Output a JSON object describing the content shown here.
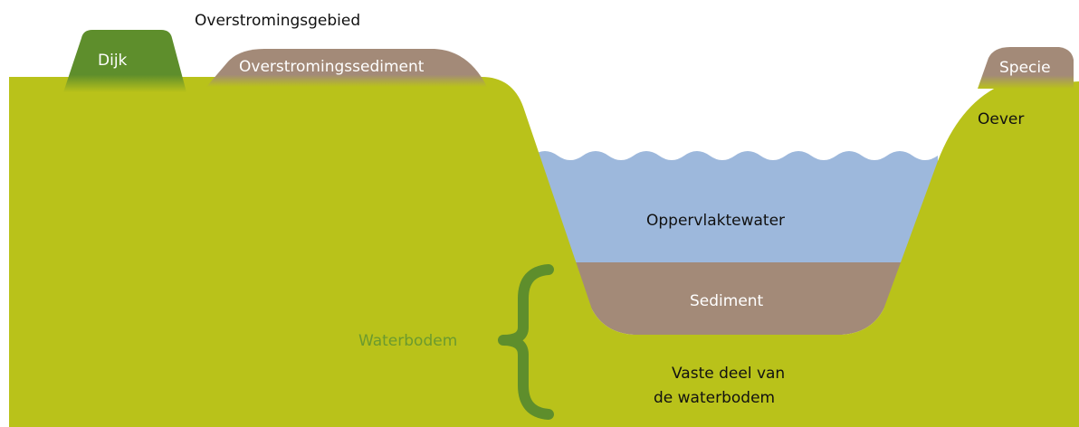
{
  "labels": {
    "floodplain": "Overstromingsgebied",
    "dike": "Dijk",
    "flood_sediment": "Overstromingssediment",
    "dredged_material": "Specie",
    "bank": "Oever",
    "surface_water": "Oppervlaktewater",
    "sediment": "Sediment",
    "waterbed": "Waterbodem",
    "solid_part_line1": "Vaste deel van",
    "solid_part_line2": "de waterbodem"
  },
  "colors": {
    "ground": "#b9c21a",
    "dike": "#5e8e2c",
    "flood_sediment": "#a38a78",
    "dredged_material": "#a38a78",
    "water": "#9db8dc",
    "sediment": "#a38a78",
    "brace": "#5e8e2c"
  }
}
